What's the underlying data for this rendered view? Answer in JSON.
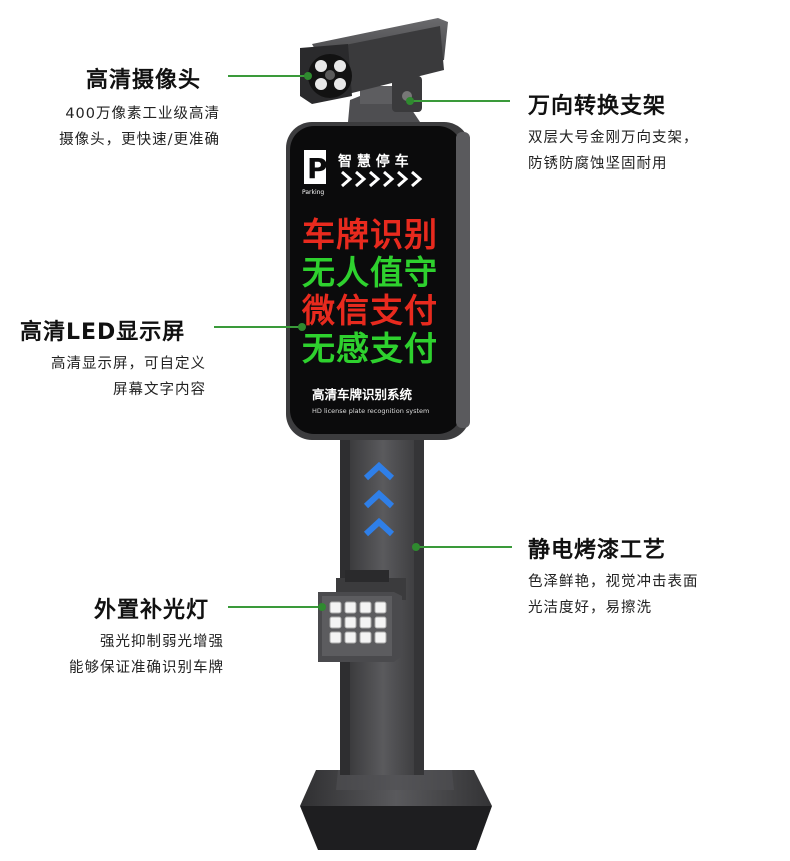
{
  "callouts": {
    "camera": {
      "title": "高清摄像头",
      "desc1": "400万像素工业级高清",
      "desc2": "摄像头，更快速/更准确"
    },
    "bracket": {
      "title": "万向转换支架",
      "desc1": "双层大号金刚万向支架，",
      "desc2": "防锈防腐蚀坚固耐用"
    },
    "led": {
      "title": "高清LED显示屏",
      "desc1": "高清显示屏，可自定义",
      "desc2": "屏幕文字内容"
    },
    "paint": {
      "title": "静电烤漆工艺",
      "desc1": "色泽鲜艳，视觉冲击表面",
      "desc2": "光洁度好，易擦洗"
    },
    "light": {
      "title": "外置补光灯",
      "desc1": "强光抑制弱光增强",
      "desc2": "能够保证准确识别车牌"
    }
  },
  "screen": {
    "brand_letter": "P",
    "brand_sub": "Parking",
    "brand_title": "智 慧 停 车",
    "rows": [
      {
        "text": "车牌识别",
        "color": "#e82a1e"
      },
      {
        "text": "无人值守",
        "color": "#2ed12e"
      },
      {
        "text": "微信支付",
        "color": "#e82a1e"
      },
      {
        "text": "无感支付",
        "color": "#2ed12e"
      }
    ],
    "footer_cn": "高清车牌识别系统",
    "footer_en": "HD license plate recognition system"
  },
  "colors": {
    "accent_line": "#3a9a3a",
    "pole": "#4a4a4c",
    "arrow_blue": "#2f7fe8"
  }
}
